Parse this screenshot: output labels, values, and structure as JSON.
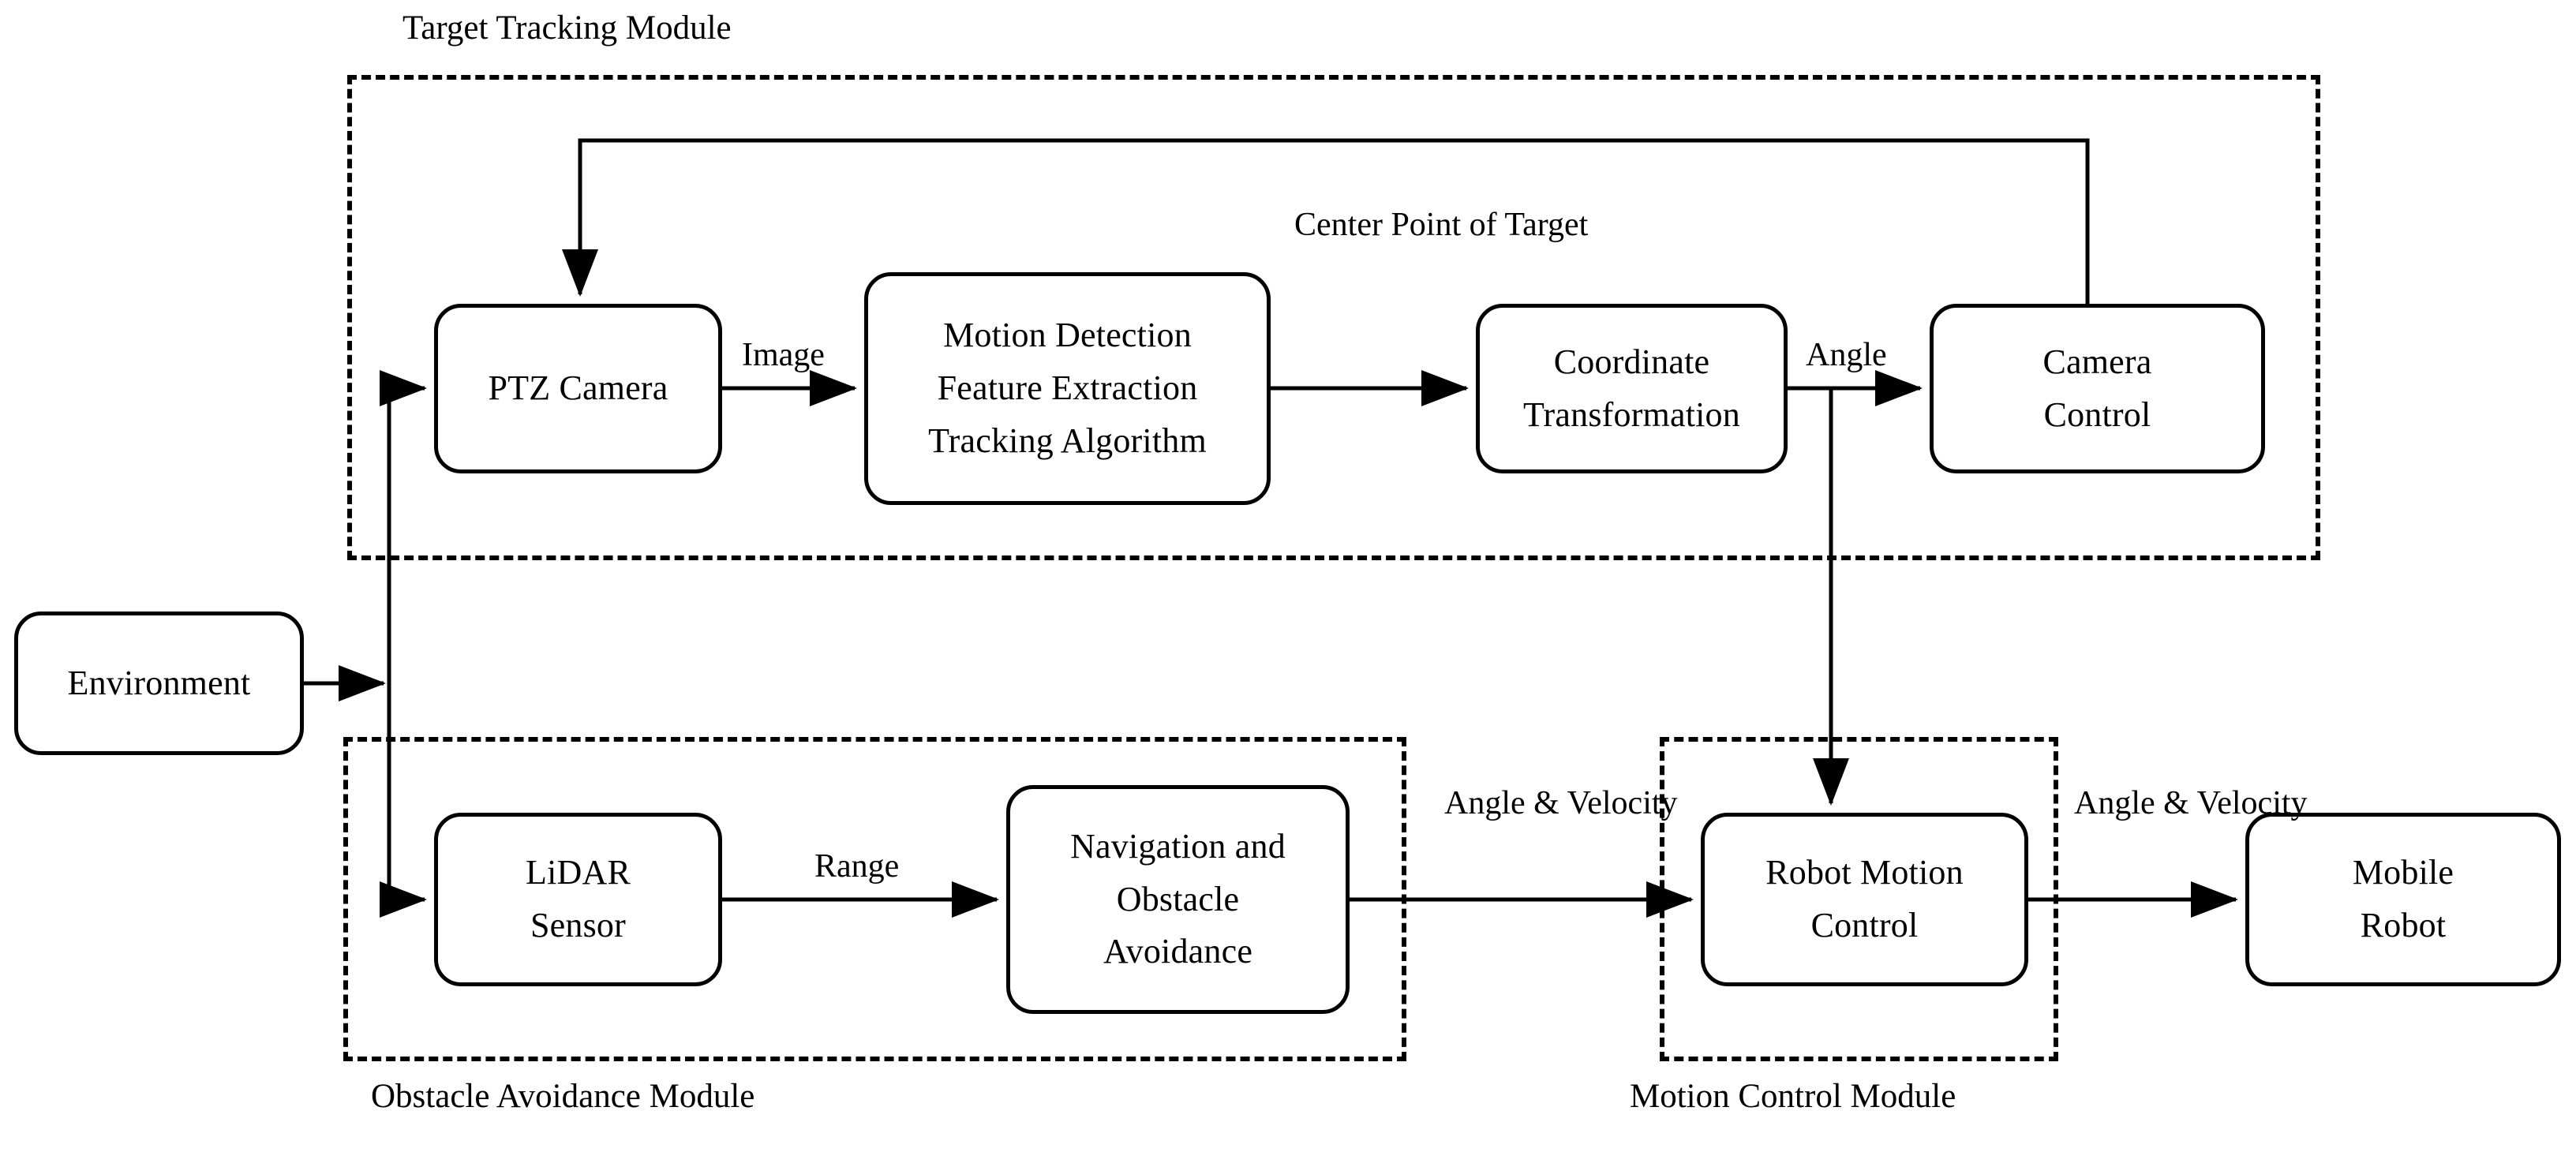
{
  "diagram": {
    "title": "Robot Target Tracking and Obstacle Avoidance System Block Diagram",
    "background_color": "#ffffff",
    "line_color": "#000000"
  },
  "modules": [
    {
      "id": "target-tracking",
      "caption": "Target Tracking Module",
      "caption_position": "top"
    },
    {
      "id": "obstacle-avoidance",
      "caption": "Obstacle Avoidance Module",
      "caption_position": "bottom"
    },
    {
      "id": "motion-control",
      "caption": "Motion Control Module",
      "caption_position": "bottom"
    }
  ],
  "nodes": {
    "environment": {
      "lines": [
        "Environment"
      ]
    },
    "ptz_camera": {
      "lines": [
        "PTZ Camera"
      ]
    },
    "motion_detect": {
      "lines": [
        "Motion Detection",
        "Feature Extraction",
        "Tracking Algorithm"
      ]
    },
    "coord_trans": {
      "lines": [
        "Coordinate",
        "Transformation"
      ]
    },
    "camera_ctrl": {
      "lines": [
        "Camera",
        "Control"
      ]
    },
    "lidar": {
      "lines": [
        "LiDAR",
        "Sensor"
      ]
    },
    "navigation": {
      "lines": [
        "Navigation and",
        "Obstacle",
        "Avoidance"
      ]
    },
    "robot_motion": {
      "lines": [
        "Robot Motion",
        "Control"
      ]
    },
    "mobile_robot": {
      "lines": [
        "Mobile",
        "Robot"
      ]
    }
  },
  "edge_labels": {
    "image": {
      "lines": [
        "Image"
      ]
    },
    "center_point_of_target": {
      "lines": [
        "Center",
        "Point",
        "of Target"
      ]
    },
    "angle": {
      "lines": [
        "Angle"
      ]
    },
    "range": {
      "lines": [
        "Range"
      ]
    },
    "angle_velocity_nav": {
      "lines": [
        "Angle &",
        "Velocity"
      ]
    },
    "angle_velocity_robot": {
      "lines": [
        "Angle &",
        "Velocity"
      ]
    }
  }
}
